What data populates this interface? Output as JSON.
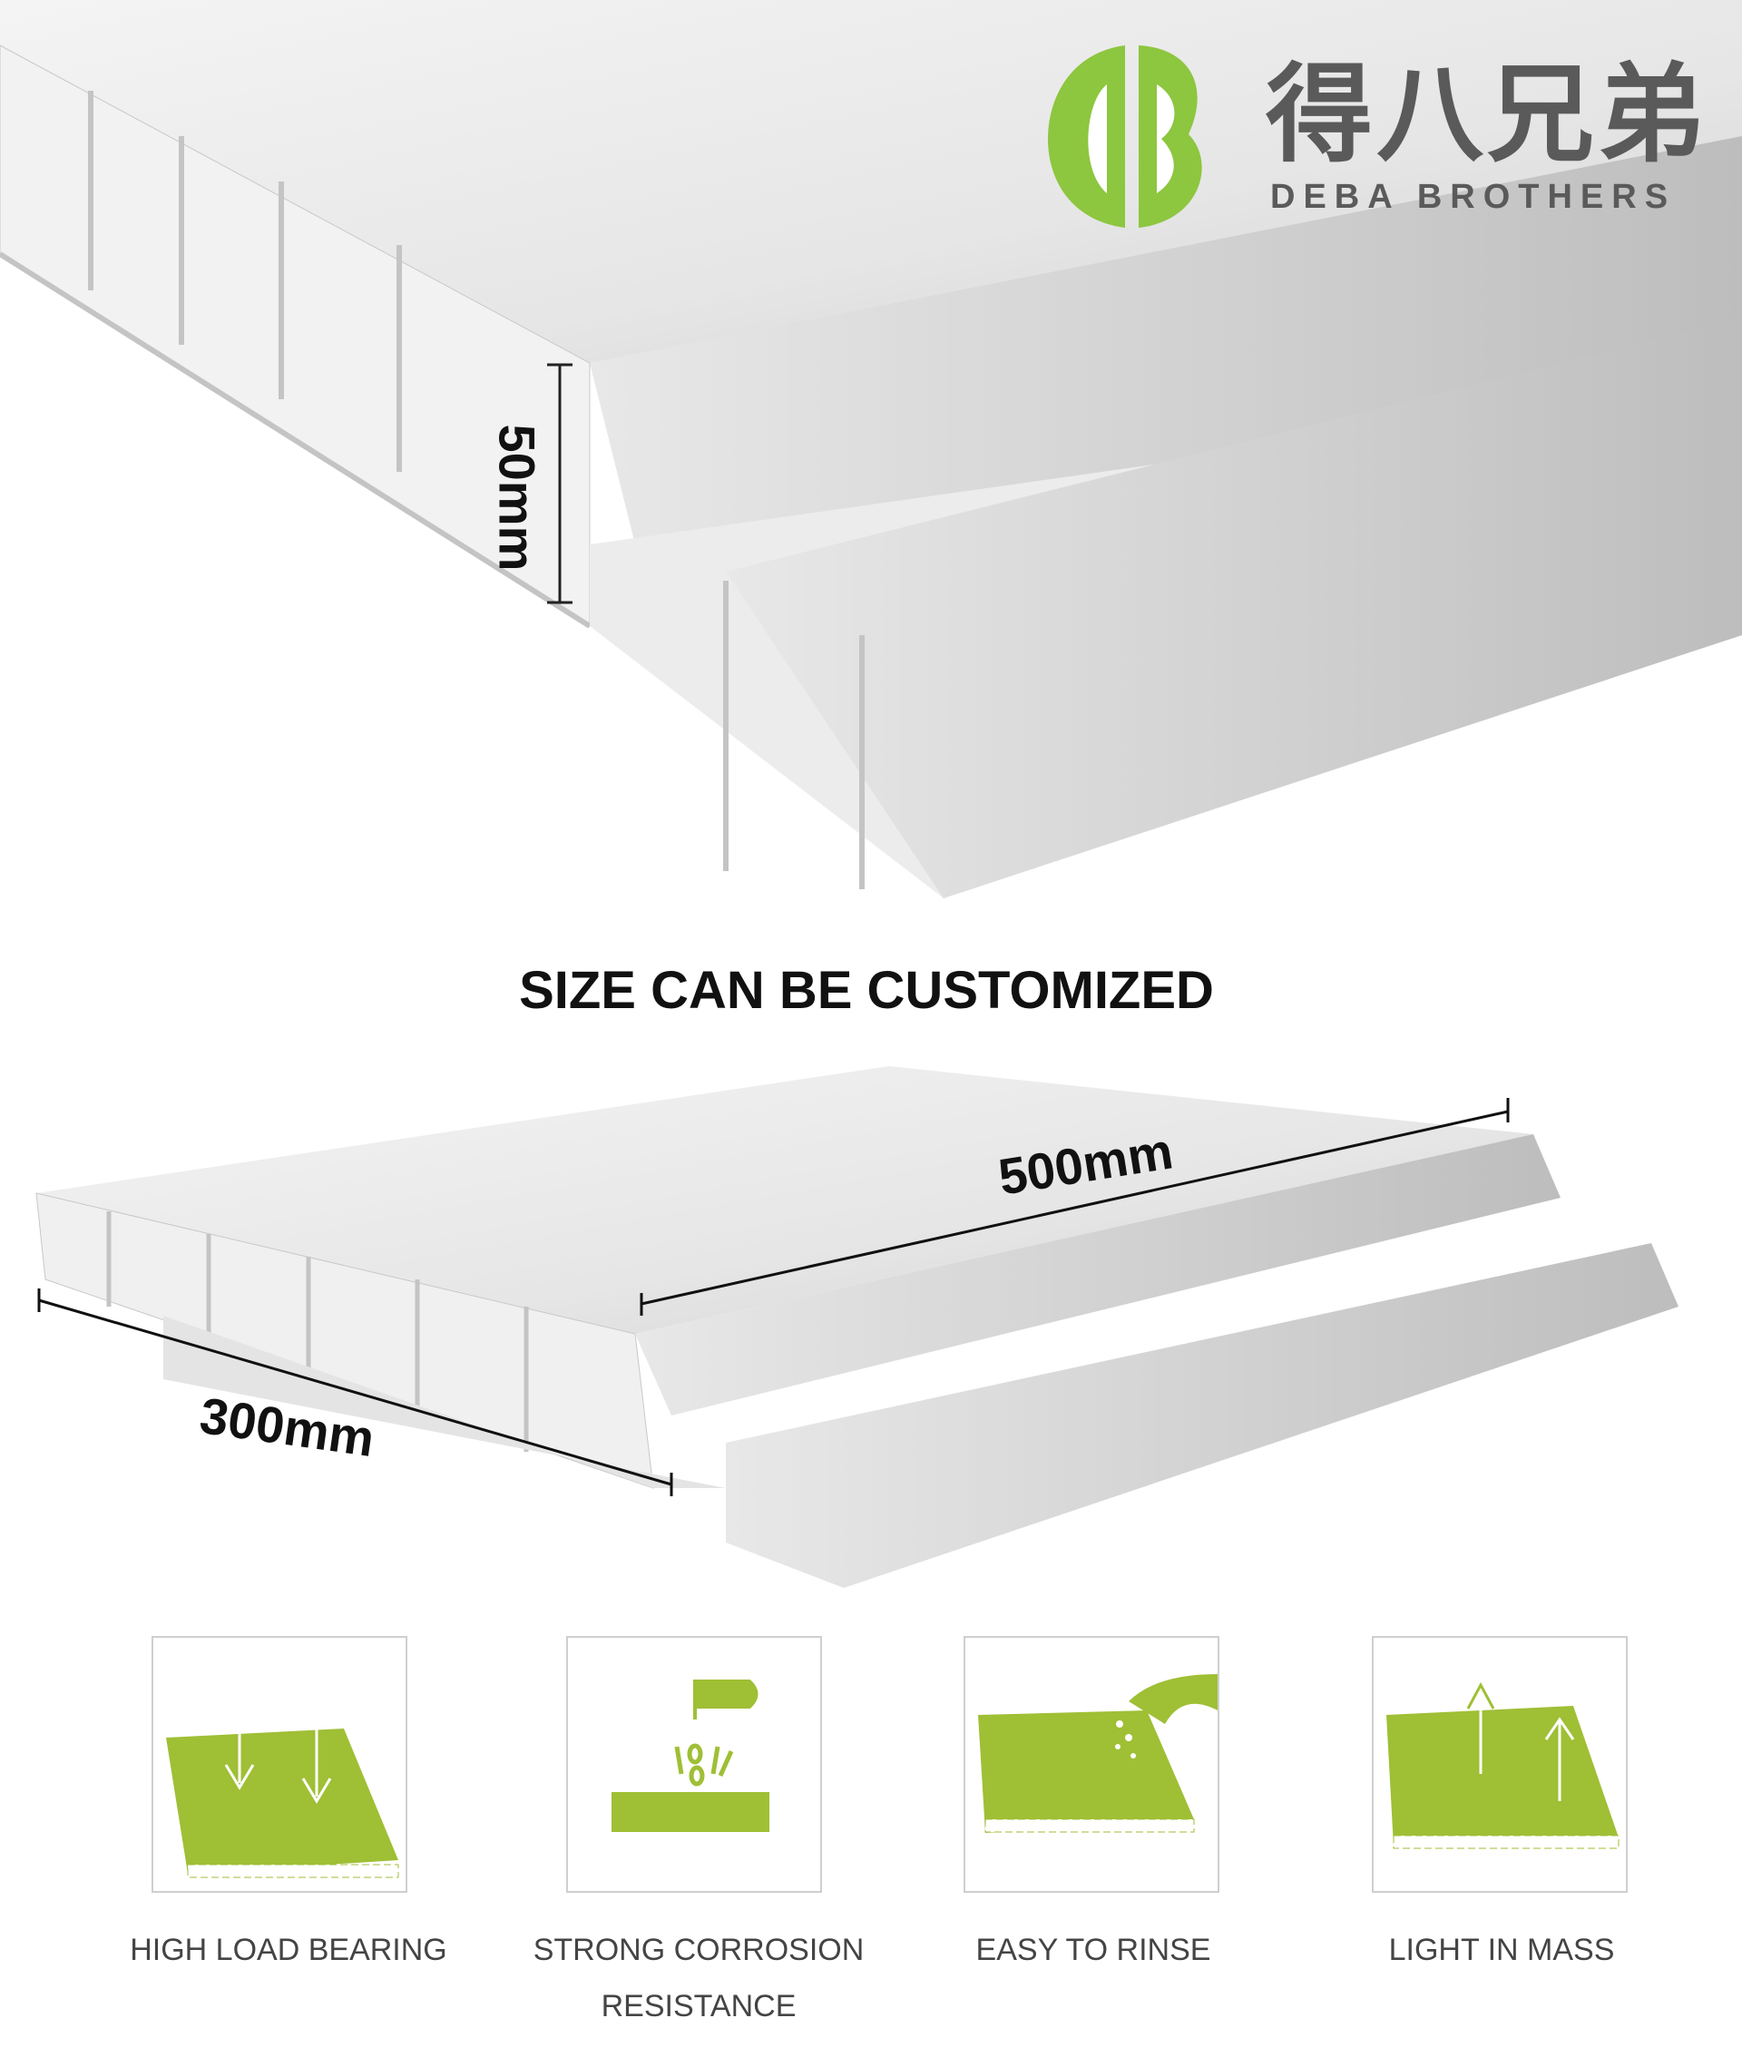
{
  "brand": {
    "logo_icon": "db-monogram-logo",
    "name_cn": "得八兄弟",
    "name_en": "DEBA BROTHERS",
    "accent_color": "#8dc63f"
  },
  "top_product": {
    "height_label": "50mm"
  },
  "headline": "SIZE CAN BE CUSTOMIZED",
  "bottom_product": {
    "length_label": "500mm",
    "width_label": "300mm"
  },
  "features": [
    {
      "icon": "load-bearing-icon",
      "label": "HIGH LOAD BEARING"
    },
    {
      "icon": "corrosion-resistance-icon",
      "label": "STRONG CORROSION",
      "label2": "RESISTANCE"
    },
    {
      "icon": "rinse-icon",
      "label": "EASY TO RINSE"
    },
    {
      "icon": "light-mass-icon",
      "label": "LIGHT IN MASS"
    }
  ]
}
